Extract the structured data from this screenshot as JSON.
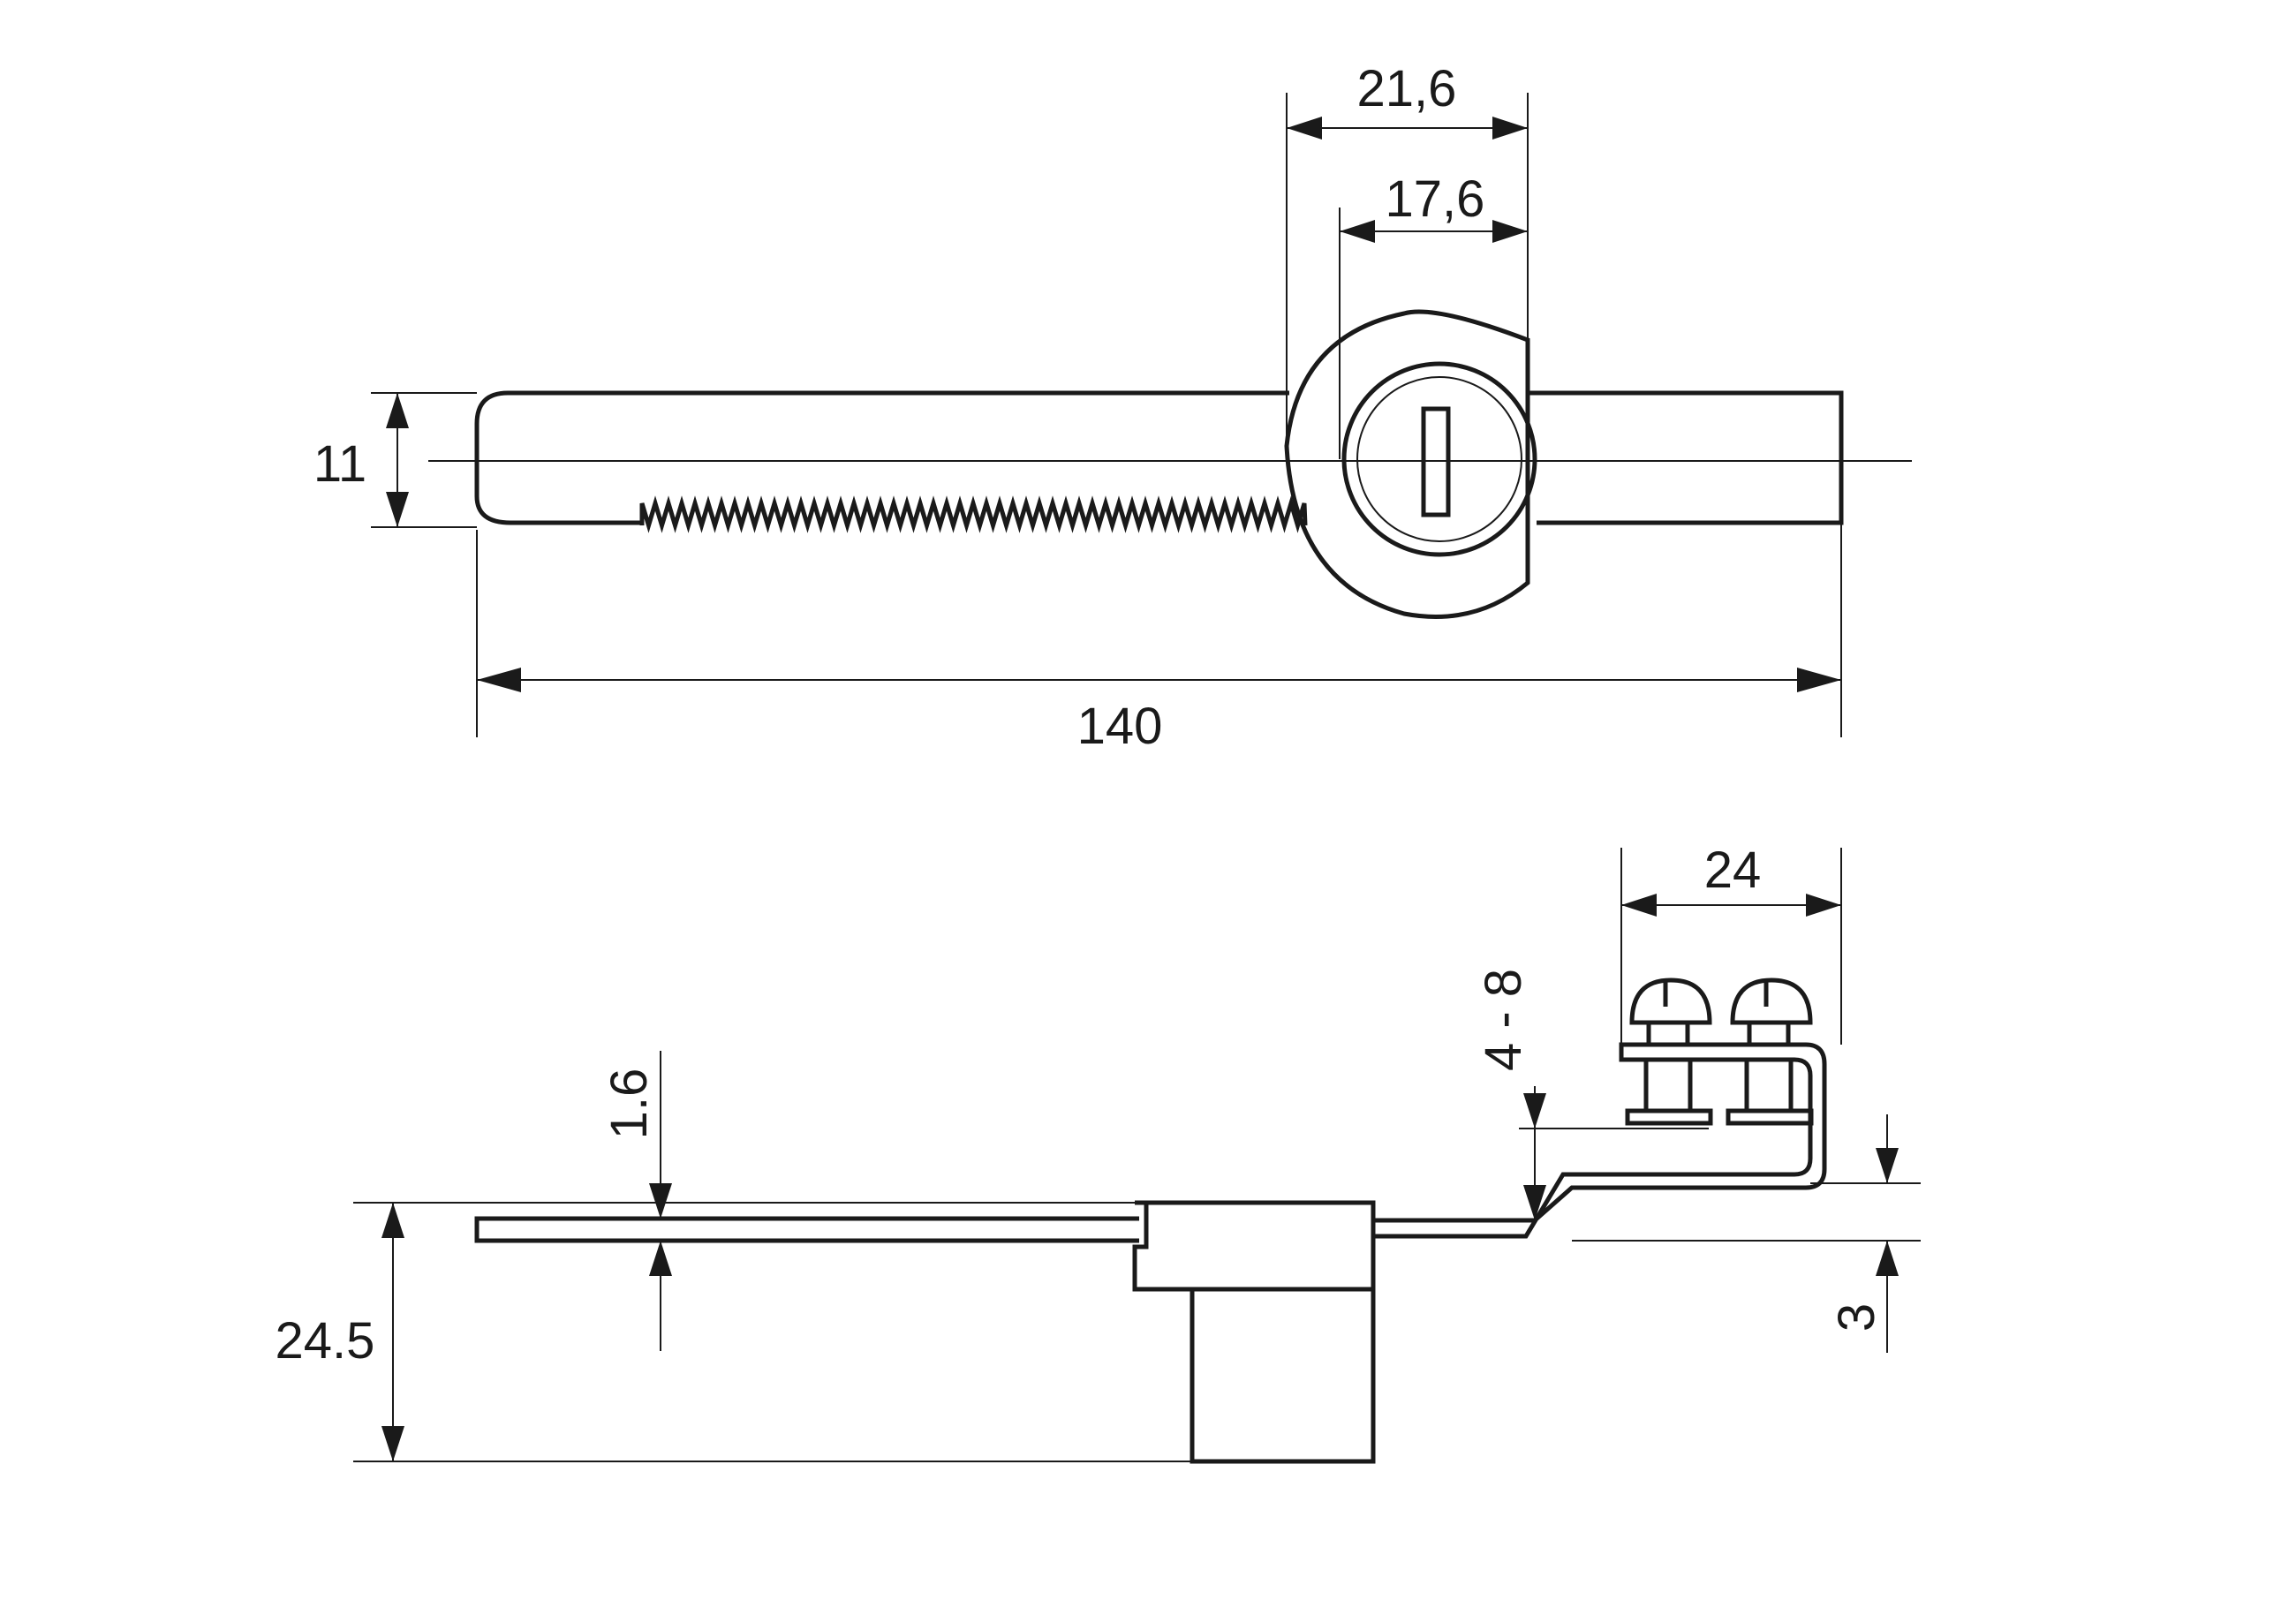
{
  "top_view": {
    "dimensions": {
      "width_total": "21,6",
      "cylinder_diameter": "17,6",
      "bar_height": "11",
      "overall_length": "140"
    }
  },
  "side_view": {
    "dimensions": {
      "bracket_span": "24",
      "panel_thickness_range": "4 - 8",
      "rack_thickness": "1.6",
      "total_height": "24.5",
      "offset": "3"
    }
  }
}
